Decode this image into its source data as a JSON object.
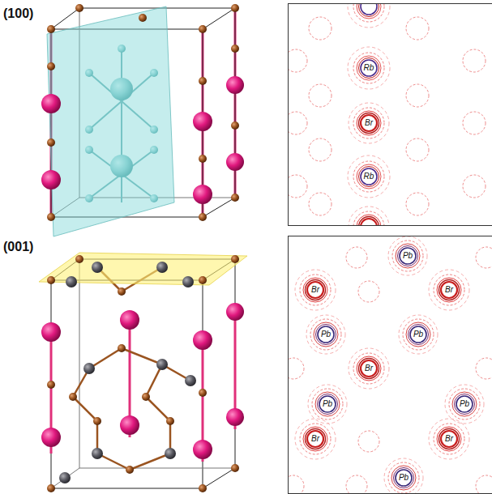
{
  "diagram": {
    "labels": [
      "(100)",
      "Rb",
      "Br",
      "Rb",
      "(001)",
      "Pb",
      "Br",
      "Br",
      "Pb",
      "Pb",
      "Br",
      "Pb",
      "Pb",
      "Br",
      "Br",
      "Pb"
    ]
  }
}
